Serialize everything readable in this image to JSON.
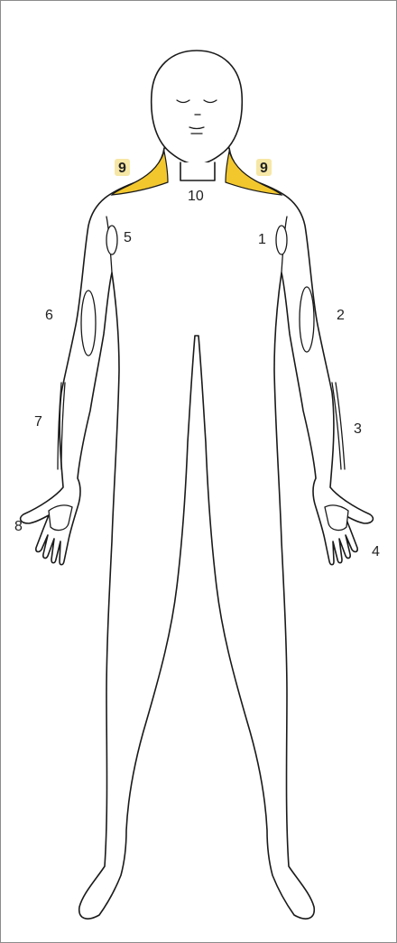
{
  "highlight_color": "#f2c72e",
  "label_highlight_color": "#f6e7a6",
  "labels": {
    "site_1": "1",
    "site_2": "2",
    "site_3": "3",
    "site_4": "4",
    "site_5": "5",
    "site_6": "6",
    "site_7": "7",
    "site_8": "8",
    "site_9_left": "9",
    "site_9_right": "9",
    "site_10": "10"
  }
}
